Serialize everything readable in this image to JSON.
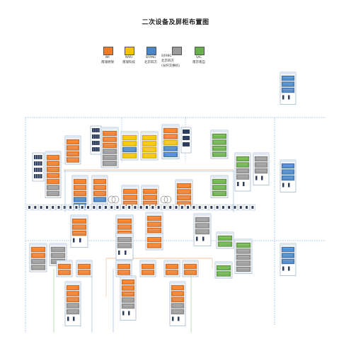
{
  "title": "二次设备及屏柜布置图",
  "legend": [
    {
      "code": "NR",
      "name": "南瑞继保",
      "note": "",
      "color": "#f07c2a"
    },
    {
      "code": "NARI",
      "name": "南瑞科技",
      "note": "",
      "color": "#f5c400"
    },
    {
      "code": "SIFANG",
      "name": "北京四方",
      "note": "",
      "color": "#4a86c8"
    },
    {
      "code": "SIFANG",
      "name": "北京四方",
      "note": "(光纤交换机)",
      "color": "#9a9a9a"
    },
    {
      "code": "SAC",
      "name": "南京南自",
      "note": "",
      "color": "#6ab04c"
    }
  ],
  "colors": {
    "NR": "#f07c2a",
    "NARI": "#f5c400",
    "SIFANG": "#4a86c8",
    "SIFANG_SW": "#9a9a9a",
    "SAC": "#6ab04c",
    "line_blue": "#7aa7d8",
    "line_orange": "#f0b080",
    "line_green": "#7cc06a",
    "panel_border": "#6b8fb5"
  }
}
